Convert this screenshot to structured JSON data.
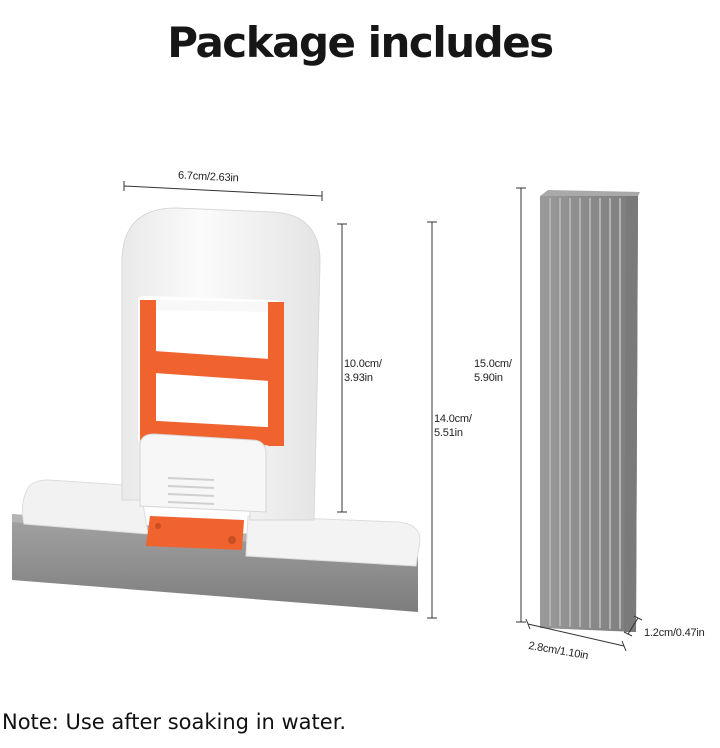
{
  "page": {
    "title": "Package includes",
    "note": "Note: Use after soaking in water."
  },
  "colors": {
    "accent_orange": "#f0622e",
    "handle_white": "#f5f5f5",
    "base_gray": "#8f8f8f",
    "sponge_gray": "#8b8b8b"
  },
  "dimensions": {
    "handle_width": "6.7cm/2.63in",
    "handle_height_line1": "10.0cm/",
    "handle_height_line2": "3.93in",
    "total_height_line1": "14.0cm/",
    "total_height_line2": "5.51in",
    "sponge_length_line1": "15.0cm/",
    "sponge_length_line2": "5.90in",
    "sponge_width": "2.8cm/1.10in",
    "sponge_depth": "1.2cm/0.47in"
  }
}
